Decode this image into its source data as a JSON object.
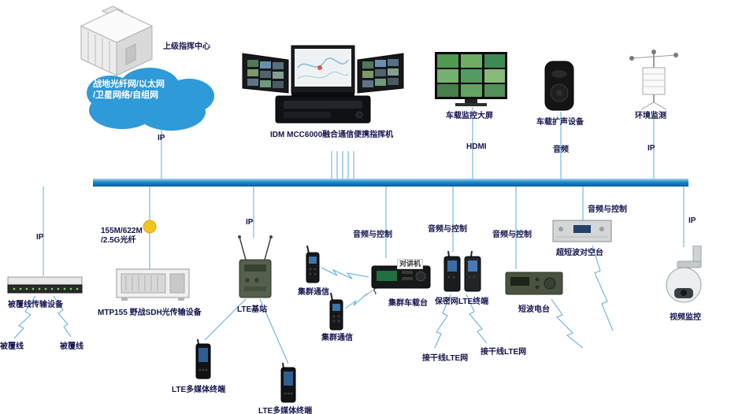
{
  "colors": {
    "line": "#5aabdd",
    "bus_light": "#9ed4f0",
    "bus_mid": "#1a85c8",
    "bus_dark": "#0d5c9e",
    "label": "#141450",
    "cloud": "#2e9ad8",
    "fiber_dot": "#f2c41d"
  },
  "nodes": {
    "hq": {
      "label": "上级指挥中心"
    },
    "cloud": {
      "line1": "战地光纤网/以太网",
      "line2": "/卫星网络/自组网"
    },
    "idm": {
      "label": "IDM MCC6000融合通信便携指挥机"
    },
    "monitor_wall": {
      "label": "车载监控大屏"
    },
    "speaker": {
      "label": "车载扩声设备"
    },
    "env_monitor": {
      "label": "环境监测"
    },
    "covered_wire_device": {
      "label": "被覆线传输设备"
    },
    "mtp155": {
      "label": "MTP155 野战SDH光传输设备"
    },
    "lte_base": {
      "label": "LTE基站"
    },
    "trunk_radio_1": {
      "label": "集群通信"
    },
    "trunk_radio_2": {
      "label": "集群通信"
    },
    "trunk_vehicle": {
      "label": "集群车载台",
      "tag": "对讲机"
    },
    "secure_lte": {
      "label": "保密网LTE终端"
    },
    "shortwave": {
      "label": "短波电台"
    },
    "uhf_air": {
      "label": "超短波对空台"
    },
    "video_monitor": {
      "label": "视频监控"
    },
    "lte_terminal_1": {
      "label": "LTE多媒体终端"
    },
    "lte_terminal_2": {
      "label": "LTE多媒体终端"
    },
    "covered_wire_1": {
      "label": "被覆线"
    },
    "covered_wire_2": {
      "label": "被覆线"
    },
    "lte_trunk_net_1": {
      "label": "接干线LTE网"
    },
    "lte_trunk_net_2": {
      "label": "接干线LTE网"
    }
  },
  "links": {
    "cloud_ip": "IP",
    "hdmi": "HDMI",
    "audio": "音频",
    "env_ip": "IP",
    "covered_ip": "IP",
    "fiber_1": "155M/622M",
    "fiber_2": "/2.5G光纤",
    "lte_ip": "IP",
    "trunk_audio_ctrl": "音频与控制",
    "secure_audio_ctrl": "音频与控制",
    "shortwave_audio_ctrl": "音频与控制",
    "uhf_audio_ctrl": "音频与控制",
    "video_ip": "IP"
  }
}
